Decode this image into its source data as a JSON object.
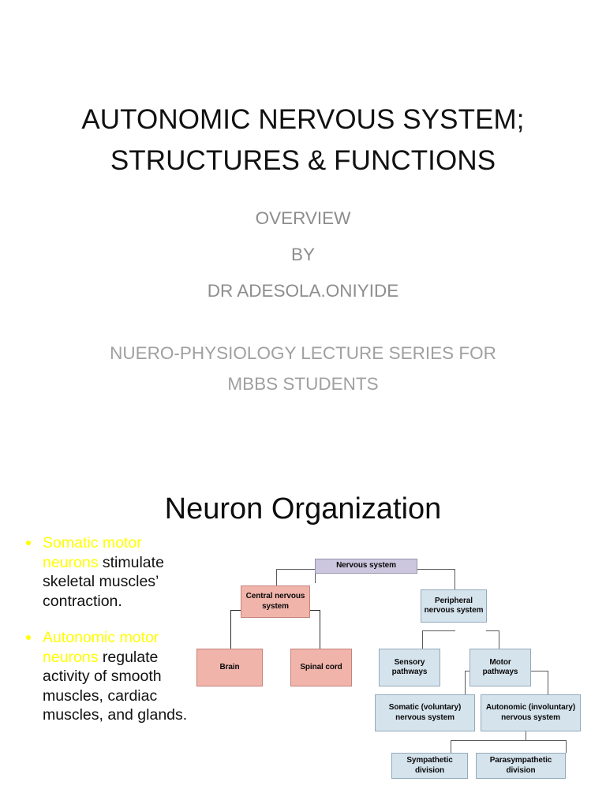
{
  "slide1": {
    "title_lines": [
      "AUTONOMIC NERVOUS SYSTEM;",
      "STRUCTURES & FUNCTIONS"
    ],
    "subtitle_lines": [
      "OVERVIEW",
      "BY",
      "DR ADESOLA.ONIYIDE"
    ],
    "series_lines": [
      "NUERO-PHYSIOLOGY LECTURE SERIES FOR",
      "MBBS STUDENTS"
    ],
    "title_color": "#111111",
    "subtitle_color": "#8d8d8d"
  },
  "slide2": {
    "title": "Neuron Organization",
    "bullet_color": "#ffff00",
    "bullets": [
      {
        "highlight": "Somatic motor neurons ",
        "rest": "stimulate skeletal muscles’ contraction."
      },
      {
        "highlight": "Autonomic motor neurons ",
        "rest": "regulate activity of smooth muscles, cardiac muscles, and glands."
      }
    ],
    "diagram": {
      "colors": {
        "root": "#ccc7de",
        "central": "#f0b4ab",
        "peripheral": "#d5e3ed",
        "connector": "#5a5a5a"
      },
      "nodes": {
        "nervous_system": "Nervous system",
        "central_nervous_system": "Central nervous system",
        "peripheral_nervous_system": "Peripheral nervous system",
        "brain": "Brain",
        "spinal_cord": "Spinal cord",
        "sensory_pathways": "Sensory pathways",
        "motor_pathways": "Motor pathways",
        "somatic_nervous_system": "Somatic (voluntary) nervous system",
        "autonomic_nervous_system": "Autonomic (involuntary) nervous system",
        "sympathetic_division": "Sympathetic division",
        "parasympathetic_division": "Parasympathetic division"
      }
    }
  }
}
